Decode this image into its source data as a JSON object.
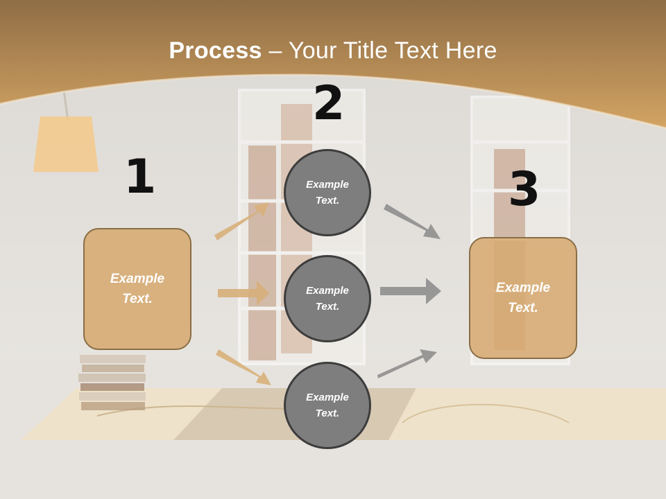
{
  "title": {
    "bold": "Process",
    "rest": " – Your Title Text Here"
  },
  "steps": [
    {
      "number": "1",
      "box": {
        "line1": "Example",
        "line2": "Text."
      }
    },
    {
      "number": "2",
      "circles": [
        {
          "line1": "Example",
          "line2": "Text."
        },
        {
          "line1": "Example",
          "line2": "Text."
        },
        {
          "line1": "Example",
          "line2": "Text."
        }
      ]
    },
    {
      "number": "3",
      "box": {
        "line1": "Example",
        "line2": "Text."
      }
    }
  ],
  "colors": {
    "header": "#c69a5d",
    "box_fill": "#d6a86e",
    "box_border": "#8a6d45",
    "circle_fill": "#7e7e7e",
    "circle_border": "#3d3d3d",
    "arrow_tan": "#d7b07a",
    "arrow_grey": "#8a8a8a"
  }
}
